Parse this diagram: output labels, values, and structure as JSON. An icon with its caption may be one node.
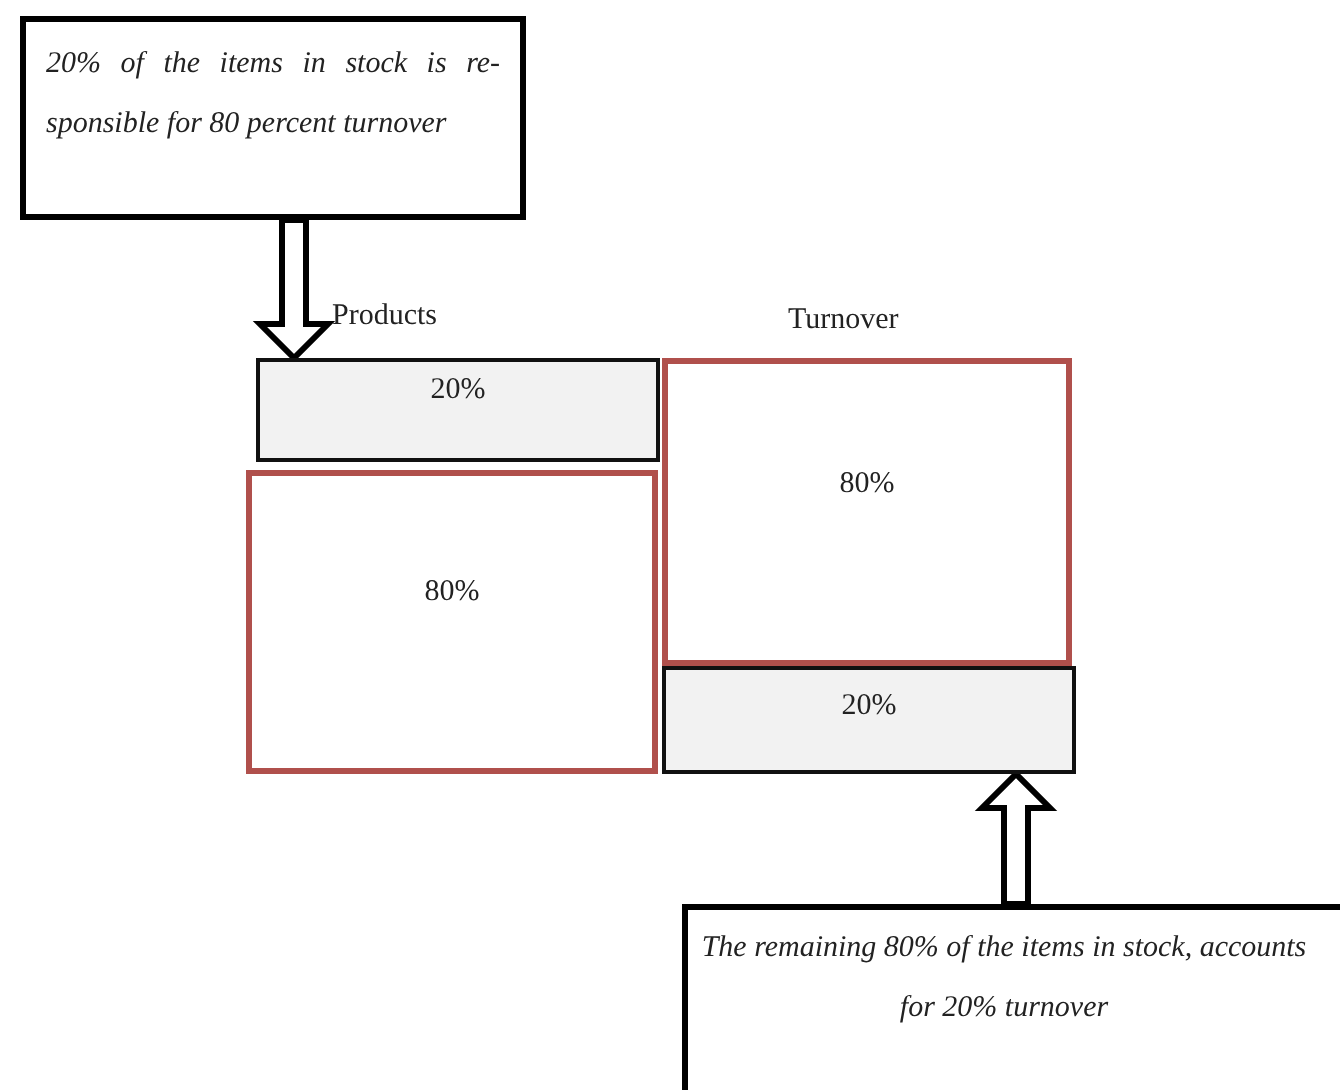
{
  "diagram": {
    "nodes": [
      {
        "text": [
          "20% of the items in stock is re- sponsible for 80 percent turnover"
        ]
      },
      {
        "text": [
          "20%"
        ]
      },
      {
        "text": [
          "80%"
        ]
      },
      {
        "text": [
          "80%"
        ]
      },
      {
        "text": [
          "20%"
        ]
      },
      {
        "text": [
          "The remaining 80% of the items in stock, accounts for 20% turnover"
        ]
      }
    ],
    "edges": [
      {
        "from": 0,
        "to": 1,
        "arrow": "to"
      },
      {
        "from": 5,
        "to": 4,
        "arrow": "to"
      }
    ],
    "labels": [
      "Products",
      "Turnover"
    ]
  }
}
